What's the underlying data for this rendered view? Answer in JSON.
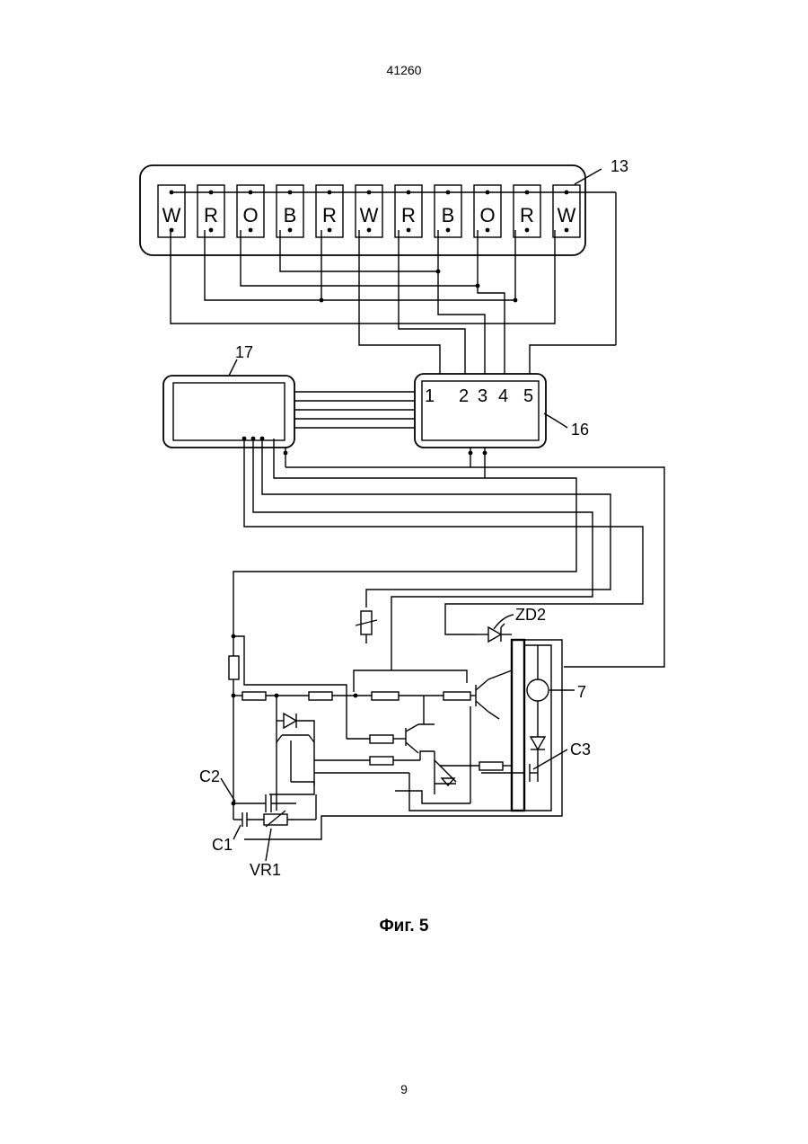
{
  "header": {
    "doc_number": "41260"
  },
  "figure": {
    "caption": "Фиг. 5",
    "cells": [
      "W",
      "R",
      "O",
      "B",
      "R",
      "W",
      "R",
      "B",
      "O",
      "R",
      "W"
    ],
    "labels": {
      "strip": "13",
      "display_unit": "17",
      "decoder": "16",
      "motor": "7",
      "zener": "ZD2",
      "cap_c1": "C1",
      "cap_c2": "C2",
      "cap_c3": "C3",
      "varistor": "VR1"
    },
    "decoder_pins": [
      "1",
      "2",
      "3",
      "4",
      "5"
    ]
  },
  "footer": {
    "page_number": "9"
  }
}
